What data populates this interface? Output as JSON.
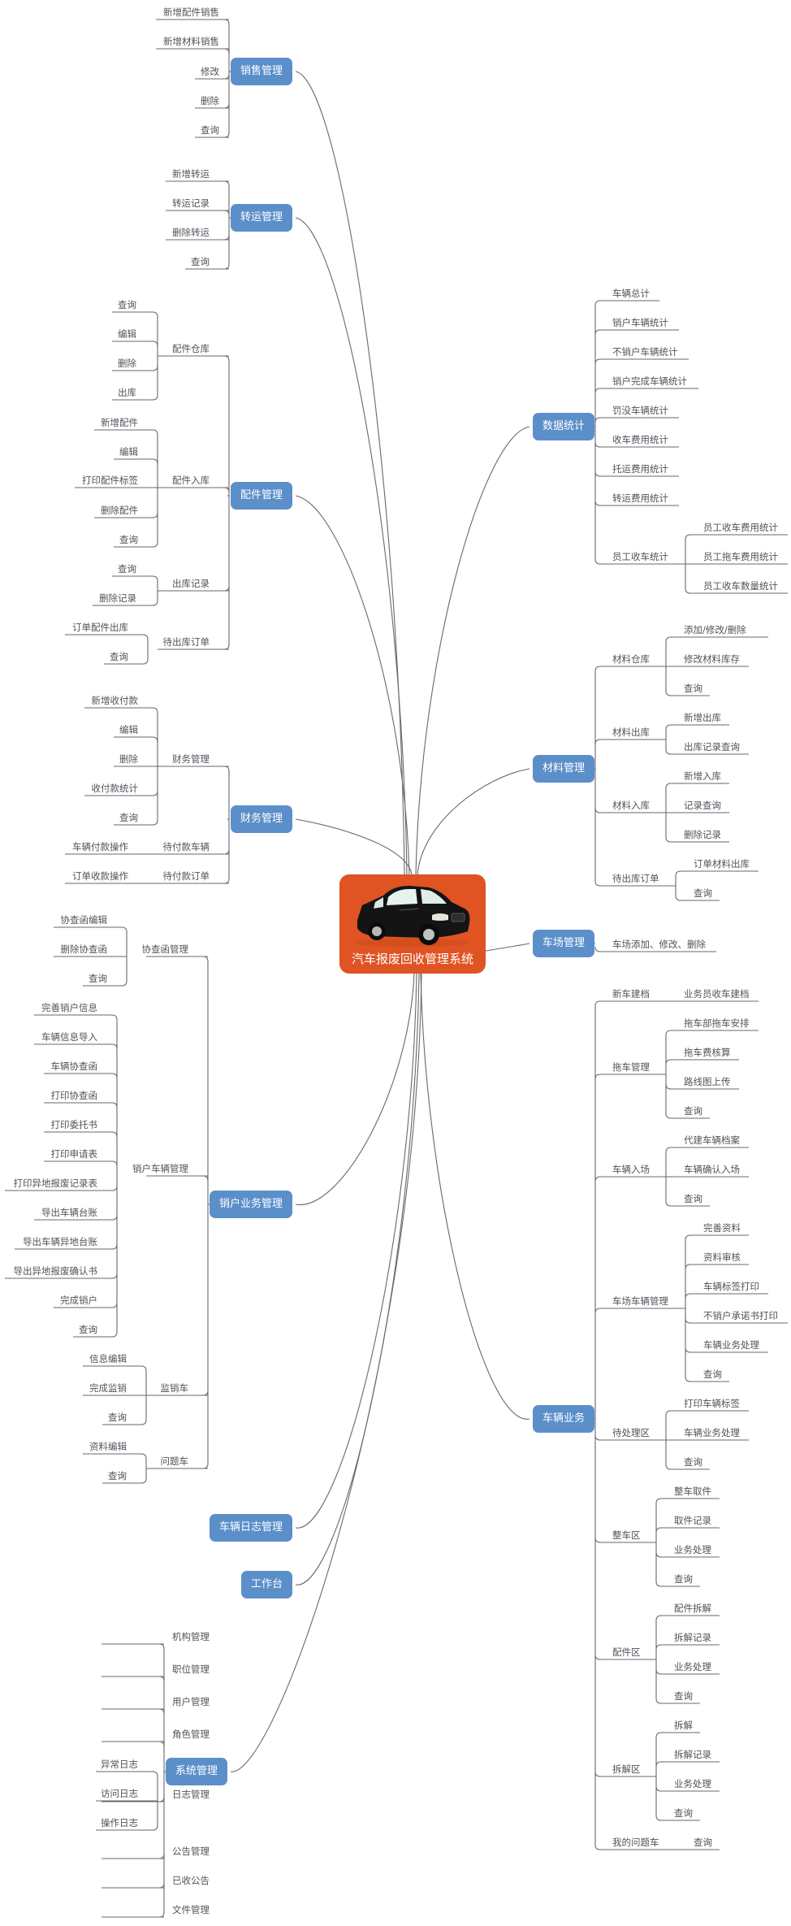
{
  "root": {
    "title": "汽车报废回收管理系统",
    "icon": "car-icon"
  },
  "colors": {
    "topic": "#5b8fc9",
    "root": "#e05323",
    "line": "#6e6570",
    "text": "#55505a"
  },
  "left": [
    {
      "label": "销售管理",
      "children": [
        {
          "label": "新增配件销售"
        },
        {
          "label": "新增材料销售"
        },
        {
          "label": "修改"
        },
        {
          "label": "删除"
        },
        {
          "label": "查询"
        }
      ]
    },
    {
      "label": "转运管理",
      "children": [
        {
          "label": "新增转运"
        },
        {
          "label": "转运记录"
        },
        {
          "label": "删除转运"
        },
        {
          "label": "查询"
        }
      ]
    },
    {
      "label": "配件管理",
      "children": [
        {
          "label": "配件仓库",
          "children": [
            {
              "label": "查询"
            },
            {
              "label": "编辑"
            },
            {
              "label": "删除"
            },
            {
              "label": "出库"
            }
          ]
        },
        {
          "label": "配件入库",
          "children": [
            {
              "label": "新增配件"
            },
            {
              "label": "编辑"
            },
            {
              "label": "打印配件标签"
            },
            {
              "label": "删除配件"
            },
            {
              "label": "查询"
            }
          ]
        },
        {
          "label": "出库记录",
          "children": [
            {
              "label": "查询"
            },
            {
              "label": "删除记录"
            }
          ]
        },
        {
          "label": "待出库订单",
          "children": [
            {
              "label": "订单配件出库"
            },
            {
              "label": "查询"
            }
          ]
        }
      ]
    },
    {
      "label": "财务管理",
      "children": [
        {
          "label": "财务管理",
          "children": [
            {
              "label": "新增收付款"
            },
            {
              "label": "编辑"
            },
            {
              "label": "删除"
            },
            {
              "label": "收付款统计"
            },
            {
              "label": "查询"
            }
          ]
        },
        {
          "label": "待付款车辆",
          "children": [
            {
              "label": "车辆付款操作"
            }
          ]
        },
        {
          "label": "待付款订单",
          "children": [
            {
              "label": "订单收款操作"
            }
          ]
        }
      ]
    },
    {
      "label": "销户业务管理",
      "children": [
        {
          "label": "协查函管理",
          "children": [
            {
              "label": "协查函编辑"
            },
            {
              "label": "删除协查函"
            },
            {
              "label": "查询"
            }
          ]
        },
        {
          "label": "销户车辆管理",
          "children": [
            {
              "label": "完善销户信息"
            },
            {
              "label": "车辆信息导入"
            },
            {
              "label": "车辆协查函"
            },
            {
              "label": "打印协查函"
            },
            {
              "label": "打印委托书"
            },
            {
              "label": "打印申请表"
            },
            {
              "label": "打印异地报废记录表"
            },
            {
              "label": "导出车辆台账"
            },
            {
              "label": "导出车辆异地台账"
            },
            {
              "label": "导出异地报废确认书"
            },
            {
              "label": "完成销户"
            },
            {
              "label": "查询"
            }
          ]
        },
        {
          "label": "监销车",
          "children": [
            {
              "label": "信息编辑"
            },
            {
              "label": "完成监销"
            },
            {
              "label": "查询"
            }
          ]
        },
        {
          "label": "问题车",
          "children": [
            {
              "label": "资料编辑"
            },
            {
              "label": "查询"
            }
          ]
        }
      ]
    },
    {
      "label": "车辆日志管理",
      "children": []
    },
    {
      "label": "工作台",
      "children": []
    },
    {
      "label": "系统管理",
      "children": [
        {
          "label": "机构管理"
        },
        {
          "label": "职位管理"
        },
        {
          "label": "用户管理"
        },
        {
          "label": "角色管理"
        },
        {
          "label": "日志管理",
          "children": [
            {
              "label": "异常日志"
            },
            {
              "label": "访问日志"
            },
            {
              "label": "操作日志"
            }
          ]
        },
        {
          "label": "公告管理"
        },
        {
          "label": "已收公告"
        },
        {
          "label": "文件管理"
        }
      ]
    }
  ],
  "right": [
    {
      "label": "数据统计",
      "children": [
        {
          "label": "车辆总计"
        },
        {
          "label": "销户车辆统计"
        },
        {
          "label": "不销户车辆统计"
        },
        {
          "label": "销户完成车辆统计"
        },
        {
          "label": "罚没车辆统计"
        },
        {
          "label": "收车费用统计"
        },
        {
          "label": "托运费用统计"
        },
        {
          "label": "转运费用统计"
        },
        {
          "label": "员工收车统计",
          "children": [
            {
              "label": "员工收车费用统计"
            },
            {
              "label": "员工拖车费用统计"
            },
            {
              "label": "员工收车数量统计"
            }
          ]
        }
      ]
    },
    {
      "label": "材料管理",
      "children": [
        {
          "label": "材料仓库",
          "children": [
            {
              "label": "添加/修改/删除"
            },
            {
              "label": "修改材料库存"
            },
            {
              "label": "查询"
            }
          ]
        },
        {
          "label": "材料出库",
          "children": [
            {
              "label": "新增出库"
            },
            {
              "label": "出库记录查询"
            }
          ]
        },
        {
          "label": "材料入库",
          "children": [
            {
              "label": "新增入库"
            },
            {
              "label": "记录查询"
            },
            {
              "label": "删除记录"
            }
          ]
        },
        {
          "label": "待出库订单",
          "children": [
            {
              "label": "订单材料出库"
            },
            {
              "label": "查询"
            }
          ]
        }
      ]
    },
    {
      "label": "车场管理",
      "children": [
        {
          "label": "车场添加、修改、删除"
        }
      ]
    },
    {
      "label": "车辆业务",
      "children": [
        {
          "label": "新车建档",
          "children": [
            {
              "label": "业务员收车建档"
            }
          ]
        },
        {
          "label": "拖车管理",
          "children": [
            {
              "label": "拖车部拖车安排"
            },
            {
              "label": "拖车费核算"
            },
            {
              "label": "路线图上传"
            },
            {
              "label": "查询"
            }
          ]
        },
        {
          "label": "车辆入场",
          "children": [
            {
              "label": "代建车辆档案"
            },
            {
              "label": "车辆确认入场"
            },
            {
              "label": "查询"
            }
          ]
        },
        {
          "label": "车场车辆管理",
          "children": [
            {
              "label": "完善资料"
            },
            {
              "label": "资料审核"
            },
            {
              "label": "车辆标签打印"
            },
            {
              "label": "不销户承诺书打印"
            },
            {
              "label": "车辆业务处理"
            },
            {
              "label": "查询"
            }
          ]
        },
        {
          "label": "待处理区",
          "children": [
            {
              "label": "打印车辆标签"
            },
            {
              "label": "车辆业务处理"
            },
            {
              "label": "查询"
            }
          ]
        },
        {
          "label": "整车区",
          "children": [
            {
              "label": "整车取件"
            },
            {
              "label": "取件记录"
            },
            {
              "label": "业务处理"
            },
            {
              "label": "查询"
            }
          ]
        },
        {
          "label": "配件区",
          "children": [
            {
              "label": "配件拆解"
            },
            {
              "label": "拆解记录"
            },
            {
              "label": "业务处理"
            },
            {
              "label": "查询"
            }
          ]
        },
        {
          "label": "拆解区",
          "children": [
            {
              "label": "拆解"
            },
            {
              "label": "拆解记录"
            },
            {
              "label": "业务处理"
            },
            {
              "label": "查询"
            }
          ]
        },
        {
          "label": "我的问题车",
          "children": [
            {
              "label": "查询"
            }
          ]
        }
      ]
    }
  ]
}
